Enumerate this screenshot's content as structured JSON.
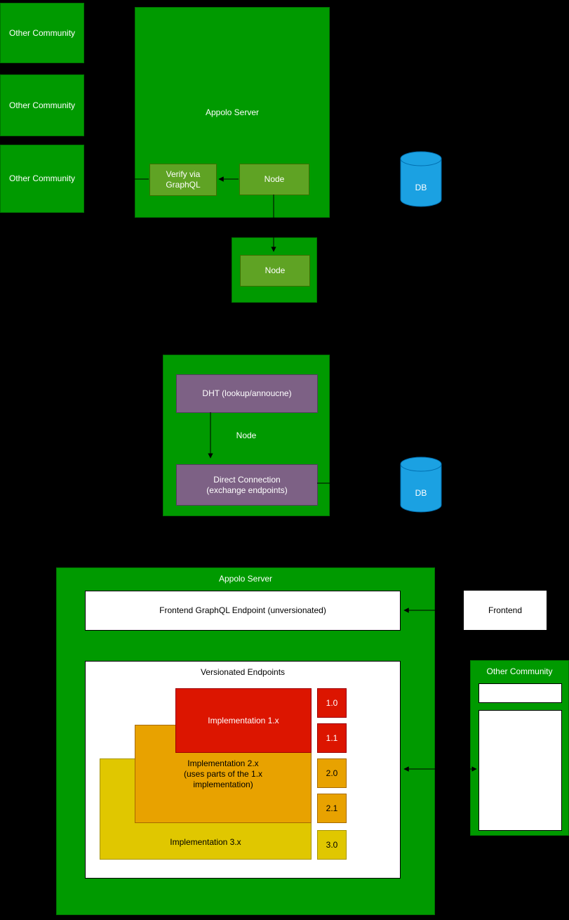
{
  "colors": {
    "background": "#000000",
    "green-dark": "#009A00",
    "green-dark-border": "#007300",
    "green-light": "#5FA324",
    "green-light-border": "#3D7000",
    "purple": "#7D6185",
    "purple-border": "#553C60",
    "blue": "#1BA1E2",
    "blue-border": "#006EAF",
    "red": "#DC1500",
    "red-border": "#9B0000",
    "orange": "#E8A200",
    "orange-border": "#A66A00",
    "yellow": "#E0C700",
    "yellow-border": "#A69400",
    "box-white": "#FFFFFF",
    "connector": "#000000"
  },
  "top": {
    "community1": "Other Community",
    "community2": "Other Community",
    "community3": "Other Community",
    "appolo_server": "Appolo Server",
    "verify": "Verify via\nGraphQL",
    "node": "Node",
    "node2": "Node",
    "db": "DB"
  },
  "middle": {
    "container": "Node",
    "dht": "DHT (lookup/annoucne)",
    "direct_connection": "Direct Connection\n(exchange endpoints)",
    "db": "DB"
  },
  "bottom": {
    "appolo_server": "Appolo Server",
    "frontend_endpoint": "Frontend GraphQL Endpoint (unversionated)",
    "versionated": "Versionated Endpoints",
    "impl1": "Implementation 1.x",
    "impl2": "Implementation 2.x\n(uses parts of the 1.x\nimplementation)",
    "impl3": "Implementation 3.x",
    "versions": [
      "1.0",
      "1.1",
      "2.0",
      "2.1",
      "3.0"
    ],
    "frontend": "Frontend",
    "community": "Other Community"
  }
}
